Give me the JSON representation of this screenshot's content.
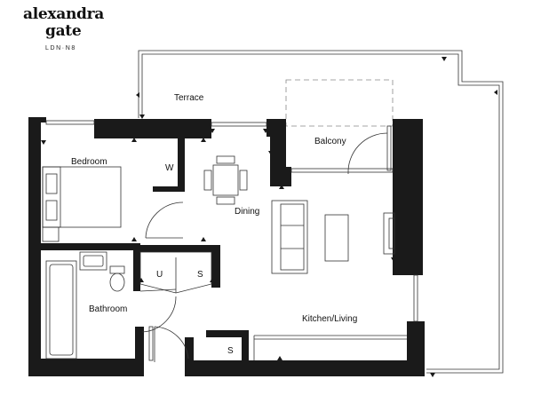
{
  "brand": {
    "line1": "alexandra",
    "line2": "gate",
    "line3": "LDN·N8"
  },
  "rooms": {
    "terrace": "Terrace",
    "balcony": "Balcony",
    "bedroom": "Bedroom",
    "wardrobe": "W",
    "dining": "Dining",
    "utility_u": "U",
    "utility_s": "S",
    "bathroom": "Bathroom",
    "kitchen_living": "Kitchen/Living",
    "storage": "S"
  },
  "colors": {
    "wall": "#1a1a1a",
    "line": "#333333",
    "dashed": "#888888"
  }
}
